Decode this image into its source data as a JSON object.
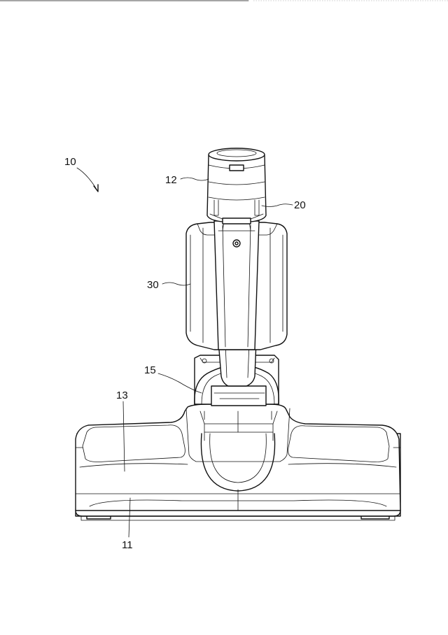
{
  "figure": {
    "labels": {
      "ref_10": "10",
      "ref_12": "12",
      "ref_20": "20",
      "ref_30": "30",
      "ref_15": "15",
      "ref_13": "13",
      "ref_11": "11"
    }
  }
}
